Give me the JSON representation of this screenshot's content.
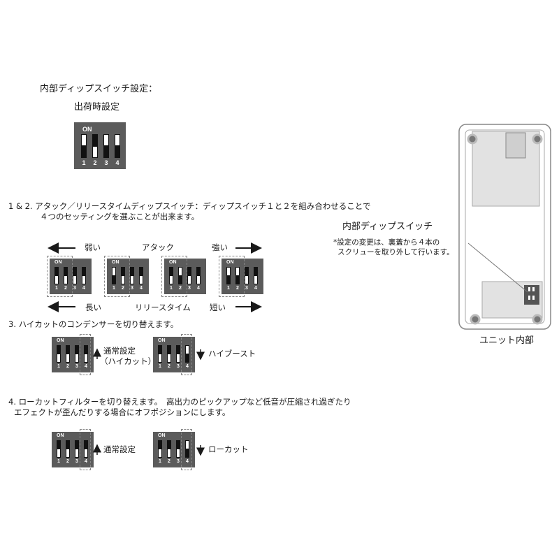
{
  "header": {
    "title": "内部ディップスイッチ設定：",
    "subtitle": "出荷時設定"
  },
  "dip": {
    "on_label": "ON",
    "numbers": [
      "1",
      "2",
      "3",
      "4"
    ]
  },
  "factory_setting": [
    1,
    0,
    1,
    1
  ],
  "section12": {
    "line1": "1 & 2. アタック／リリースタイムディップスイッチ：ディップスイッチ１と２を組み合わせることで",
    "line2": "４つのセッティングを選ぶことが出来ます。",
    "attack_weak": "弱い",
    "attack_label": "アタック",
    "attack_strong": "強い",
    "release_long": "長い",
    "release_label": "リリースタイム",
    "release_short": "短い",
    "settings": [
      [
        0,
        0,
        0,
        0
      ],
      [
        1,
        0,
        0,
        0
      ],
      [
        0,
        1,
        0,
        0
      ],
      [
        1,
        1,
        0,
        0
      ]
    ]
  },
  "section3": {
    "line": "3. ハイカットのコンデンサーを切り替えます。",
    "normal_line1": "通常設定",
    "normal_line2": "（ハイカット）",
    "boost_label": "ハイブースト",
    "settings": [
      [
        0,
        0,
        0,
        0
      ],
      [
        0,
        0,
        0,
        1
      ]
    ]
  },
  "section4": {
    "line1": "4. ローカットフィルターを切り替えます。　高出力のピックアップなど低音が圧縮され過ぎたり",
    "line2": "エフェクトが歪んだりする場合にオフポジションにします。",
    "normal_label": "通常設定",
    "lowcut_label": "ローカット",
    "settings": [
      [
        0,
        0,
        0,
        0
      ],
      [
        0,
        0,
        0,
        1
      ]
    ]
  },
  "unit": {
    "label_title": "内部ディップスイッチ",
    "label_note1": "*設定の変更は、裏蓋から４本の",
    "label_note2": "スクリューを取り外して行います。",
    "caption": "ユニット内部"
  }
}
